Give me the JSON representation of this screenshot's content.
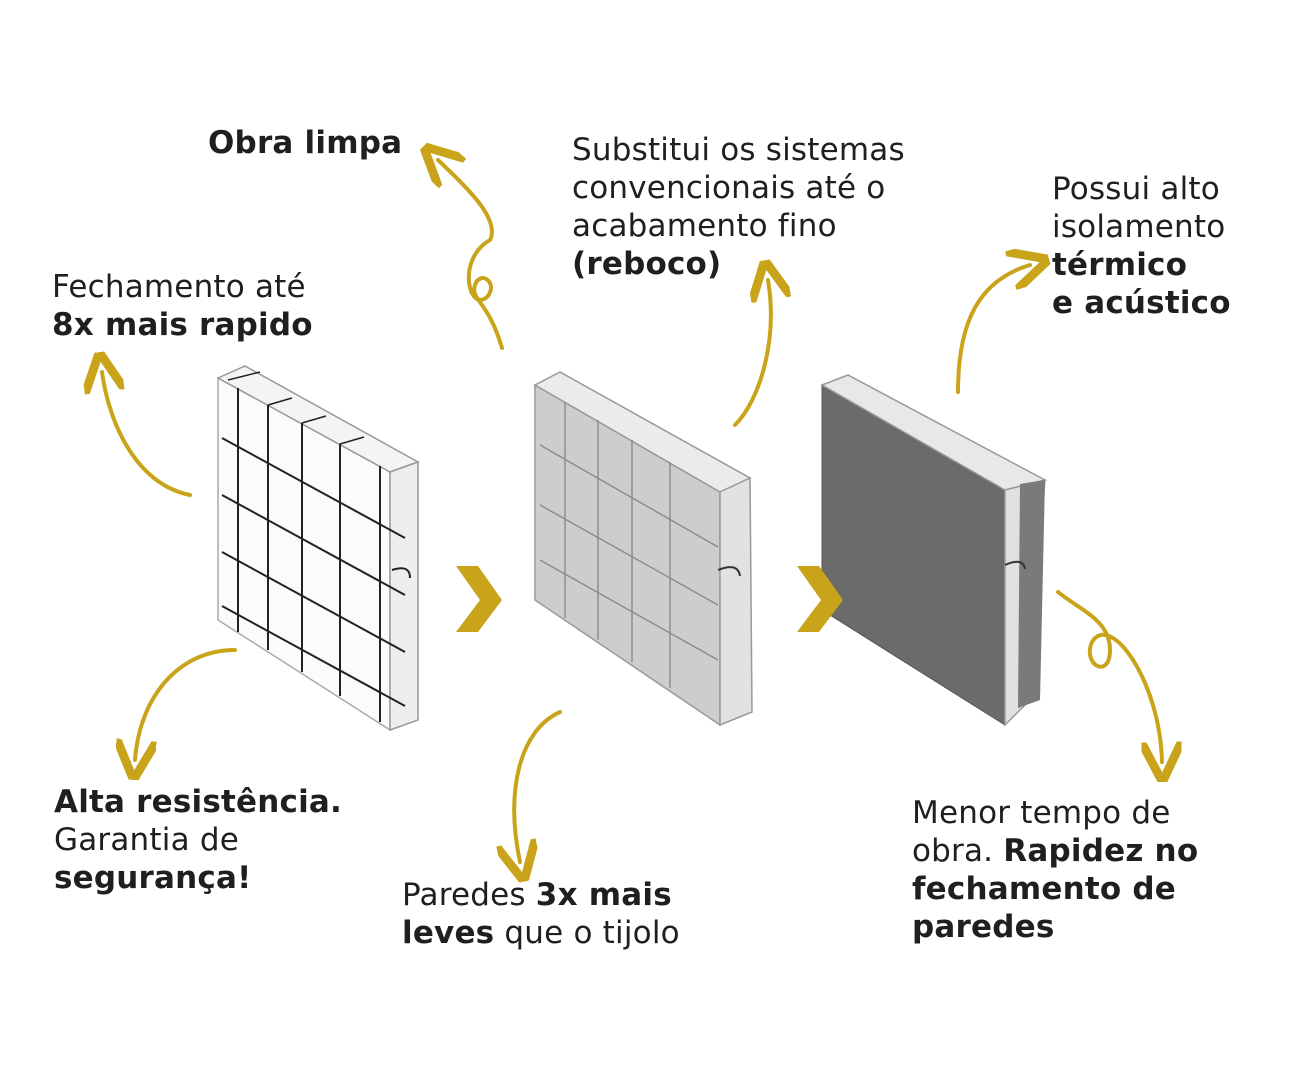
{
  "colors": {
    "accent": "#c9a41a",
    "text": "#1f1f1f",
    "panel_dark": "#6b6b6b",
    "panel_light": "#cfcfcf"
  },
  "labels": {
    "obra_limpa": {
      "bold": "Obra limpa"
    },
    "fechamento": {
      "line1": "Fechamento até",
      "bold": "8x mais rapido"
    },
    "substitui": {
      "line1": "Substitui os sistemas",
      "line2": "convencionais até o",
      "line3": "acabamento fino",
      "bold": "(reboco)"
    },
    "possui": {
      "line1": "Possui alto",
      "line2": "isolamento",
      "bold1": "térmico",
      "bold2": "e acústico"
    },
    "alta": {
      "bold1": "Alta resistência.",
      "line2": "Garantia de",
      "bold2": "segurança!"
    },
    "paredes": {
      "line1a": "Paredes ",
      "bold1": "3x mais",
      "bold2": "leves",
      "line2b": " que o tijolo"
    },
    "menor": {
      "line1": "Menor tempo de",
      "line2a": "obra. ",
      "bold1": "Rapidez no",
      "bold2": "fechamento de",
      "bold3": "paredes"
    }
  },
  "icons": [
    "chevron-right-icon",
    "chevron-right-icon",
    "curly-arrow-icon"
  ]
}
